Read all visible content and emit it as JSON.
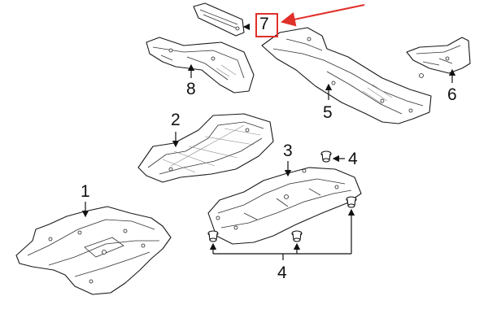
{
  "callouts": {
    "c1": "1",
    "c2": "2",
    "c3": "3",
    "c4a": "4",
    "c4b": "4",
    "c5": "5",
    "c6": "6",
    "c7": "7",
    "c8": "8"
  },
  "colors": {
    "highlight": "#e0302a",
    "line": "#1a1a1a",
    "background": "#ffffff"
  }
}
